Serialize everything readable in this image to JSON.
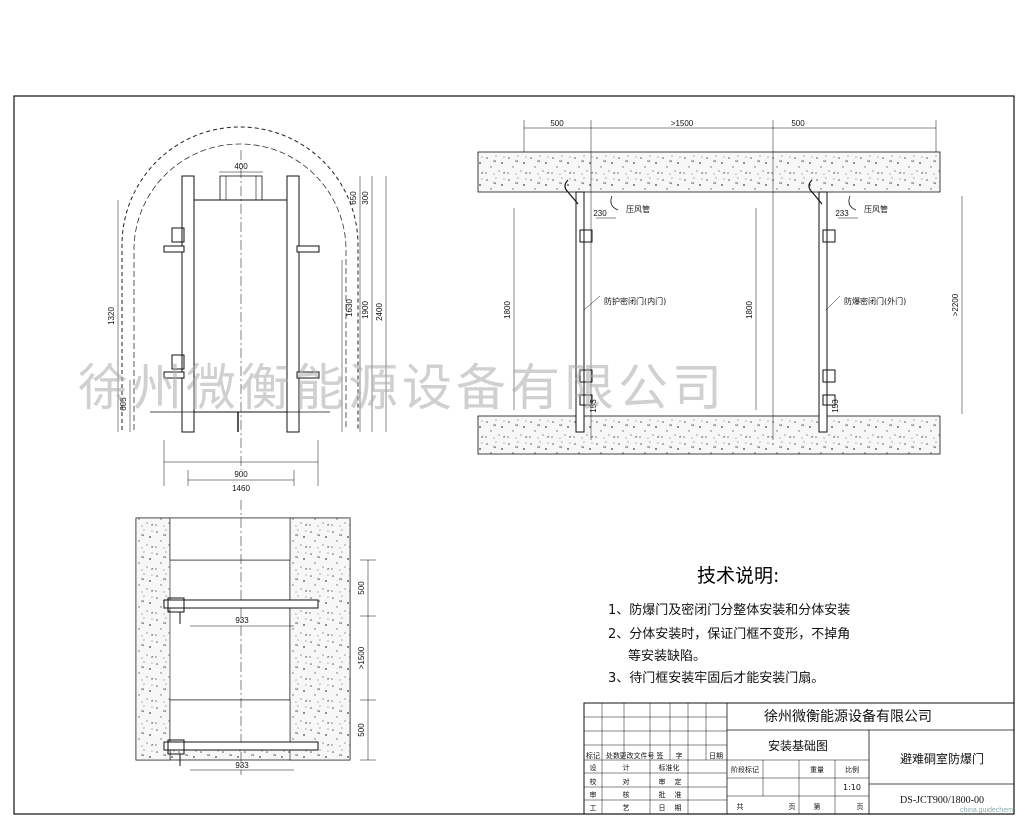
{
  "top_view": {
    "dims": {
      "top": "400",
      "width_inner": "900",
      "width_outer": "1460",
      "left_v1": "1320",
      "left_v2": "605",
      "right_v1": "650",
      "right_v2": "300",
      "right_v3": "1630",
      "right_v4": "1900",
      "right_v5": "2400"
    }
  },
  "section_view": {
    "dims": {
      "left_top": "500",
      "middle_top": ">1500",
      "right_top": "500",
      "gap_left": "230",
      "gap_right": "233",
      "height_left": "1800",
      "height_mid": "1800",
      "height_right": ">2200",
      "bottom_left": "153",
      "bottom_right": "153"
    },
    "labels": {
      "air_pipe_left": "压风管",
      "air_pipe_right": "压风管",
      "inner_door": "防护密闭门(内门)",
      "outer_door": "防爆密闭门(外门)"
    }
  },
  "plan_view": {
    "dims": {
      "top_width": "933",
      "bottom_width": "933",
      "v_top": "500",
      "v_mid": ">1500",
      "v_bottom": "500"
    }
  },
  "notes": {
    "title": "技术说明:",
    "items": [
      "1、防爆门及密闭门分整体安装和分体安装",
      "2、分体安装时，保证门框不变形，不掉角",
      "等安装缺陷。",
      "3、待门框安装牢固后才能安装门扇。"
    ]
  },
  "title_block": {
    "company": "徐州微衡能源设备有限公司",
    "drawing_name": "安装基础图",
    "product_name": "避难硐室防爆门",
    "drawing_no": "DS-JCT900/1800-00",
    "scale": "1:10",
    "header_cells": [
      "标记",
      "处数",
      "更改文件号",
      "签",
      "字",
      "日期"
    ],
    "role_rows": [
      [
        "设",
        "计",
        "标准化"
      ],
      [
        "校",
        "对",
        "审",
        "定"
      ],
      [
        "审",
        "核",
        "批",
        "准"
      ],
      [
        "工",
        "艺",
        "日",
        "期"
      ]
    ],
    "stage_cells": [
      "阶段标记",
      "重量",
      "比例"
    ],
    "sheet_cells": [
      "共",
      "页",
      "第",
      "页"
    ]
  },
  "watermark": "徐州微衡能源设备有限公司",
  "source_mark": "china.guidechem"
}
